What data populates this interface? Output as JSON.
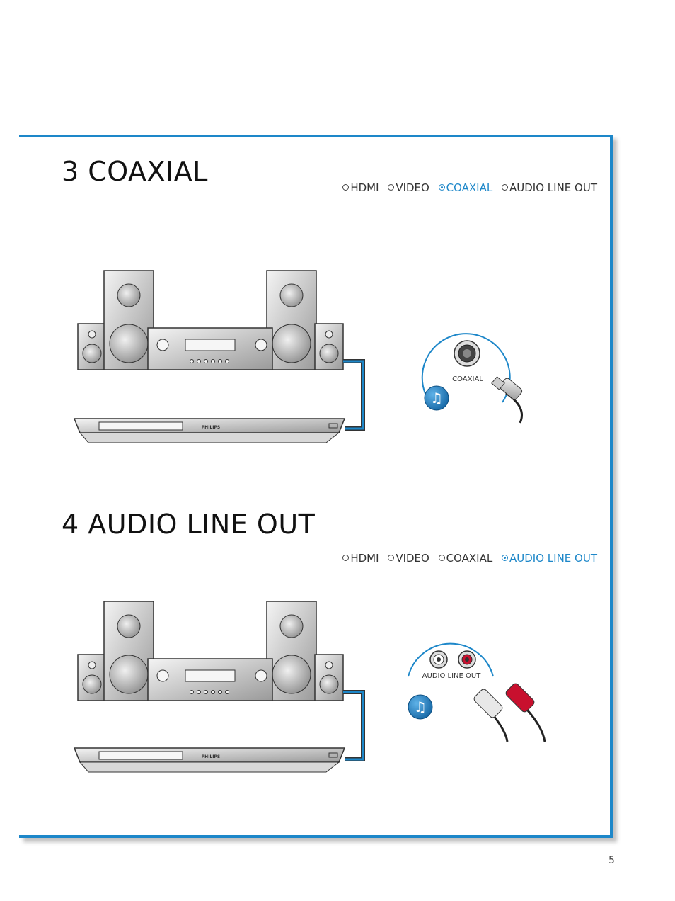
{
  "sections": [
    {
      "title": "3 COAXIAL",
      "options": [
        "HDMI",
        "VIDEO",
        "COAXIAL",
        "AUDIO LINE OUT"
      ],
      "selected_index": 2,
      "jack_label": "COAXIAL",
      "brand": "PHILIPS"
    },
    {
      "title": "4  AUDIO LINE OUT",
      "options": [
        "HDMI",
        "VIDEO",
        "COAXIAL",
        "AUDIO LINE OUT"
      ],
      "selected_index": 3,
      "jack_label": "AUDIO LINE OUT",
      "brand": "PHILIPS"
    }
  ],
  "page_number": "5",
  "colors": {
    "accent": "#1d87c9",
    "cable": "#1d87c9",
    "red_plug": "#c8102e"
  }
}
